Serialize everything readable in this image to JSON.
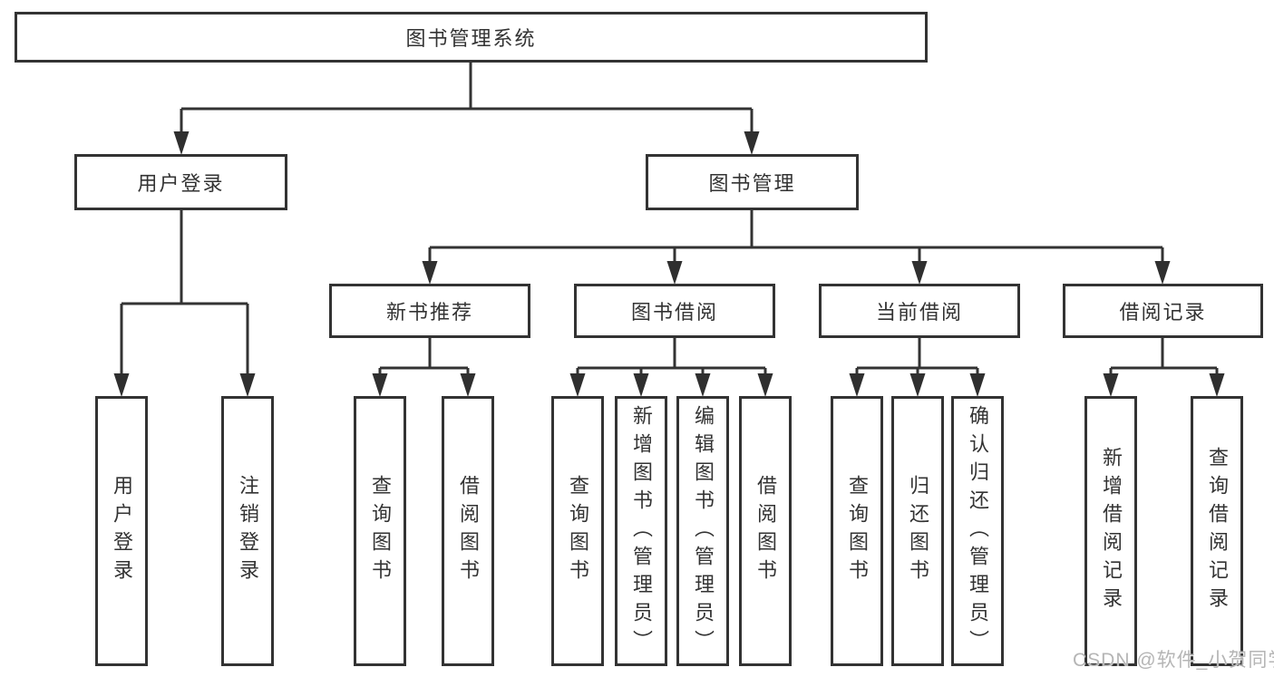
{
  "tree": {
    "root": {
      "label": "图书管理系统",
      "children": [
        {
          "label": "用户登录",
          "children": [
            {
              "label": "用户登录"
            },
            {
              "label": "注销登录"
            }
          ]
        },
        {
          "label": "图书管理",
          "children": [
            {
              "label": "新书推荐",
              "children": [
                {
                  "label": "查询图书"
                },
                {
                  "label": "借阅图书"
                }
              ]
            },
            {
              "label": "图书借阅",
              "children": [
                {
                  "label": "查询图书"
                },
                {
                  "label": "新增图书（管理员）"
                },
                {
                  "label": "编辑图书（管理员）"
                },
                {
                  "label": "借阅图书"
                }
              ]
            },
            {
              "label": "当前借阅",
              "children": [
                {
                  "label": "查询图书"
                },
                {
                  "label": "归还图书"
                },
                {
                  "label": "确认归还（管理员）"
                }
              ]
            },
            {
              "label": "借阅记录",
              "children": [
                {
                  "label": "新增借阅记录"
                },
                {
                  "label": "查询借阅记录"
                }
              ]
            }
          ]
        }
      ]
    }
  },
  "watermark": "CSDN @软件_小贺同学",
  "colors": {
    "line": "#333333",
    "text": "#333333",
    "box_fill": "#ffffff",
    "background": "#ffffff",
    "watermark": "#b5b5b5"
  }
}
